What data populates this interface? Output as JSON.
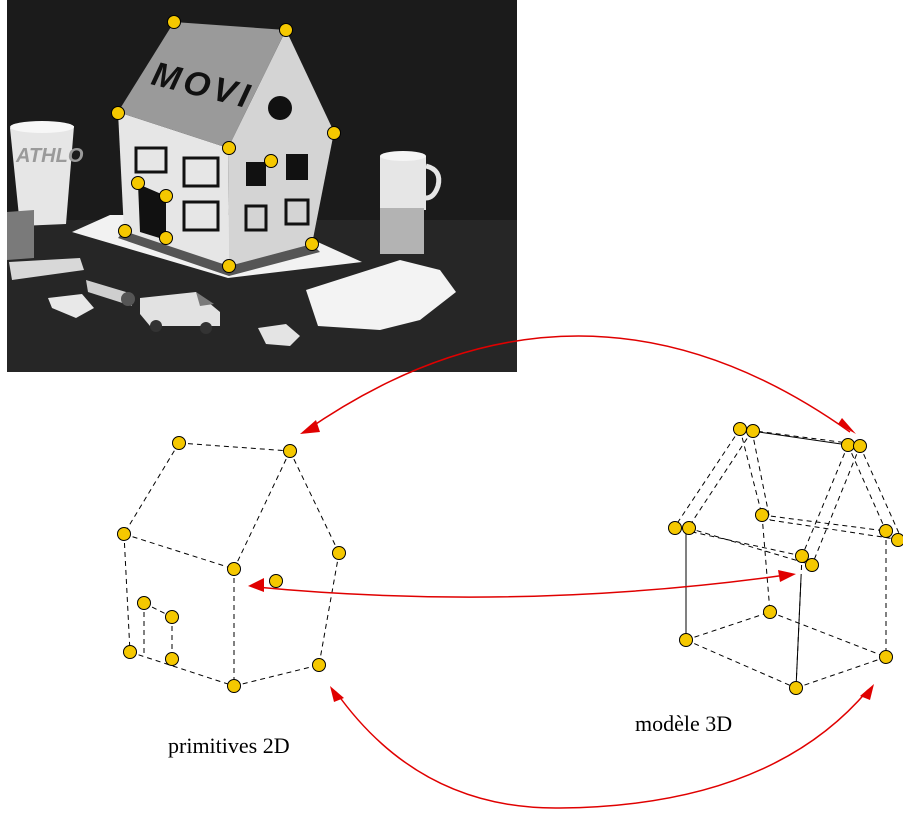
{
  "photo": {
    "roof_sign": "MOVI",
    "cup_logo": "ATHLO"
  },
  "labels": {
    "primitives_2d": "primitives 2D",
    "model_3d": "modèle 3D"
  },
  "colors": {
    "keypoint_fill": "#f5c800",
    "keypoint_stroke": "#000000",
    "arrow": "#e00000",
    "dashed_edge": "#000000",
    "photo_background": "#1b1b1b"
  }
}
